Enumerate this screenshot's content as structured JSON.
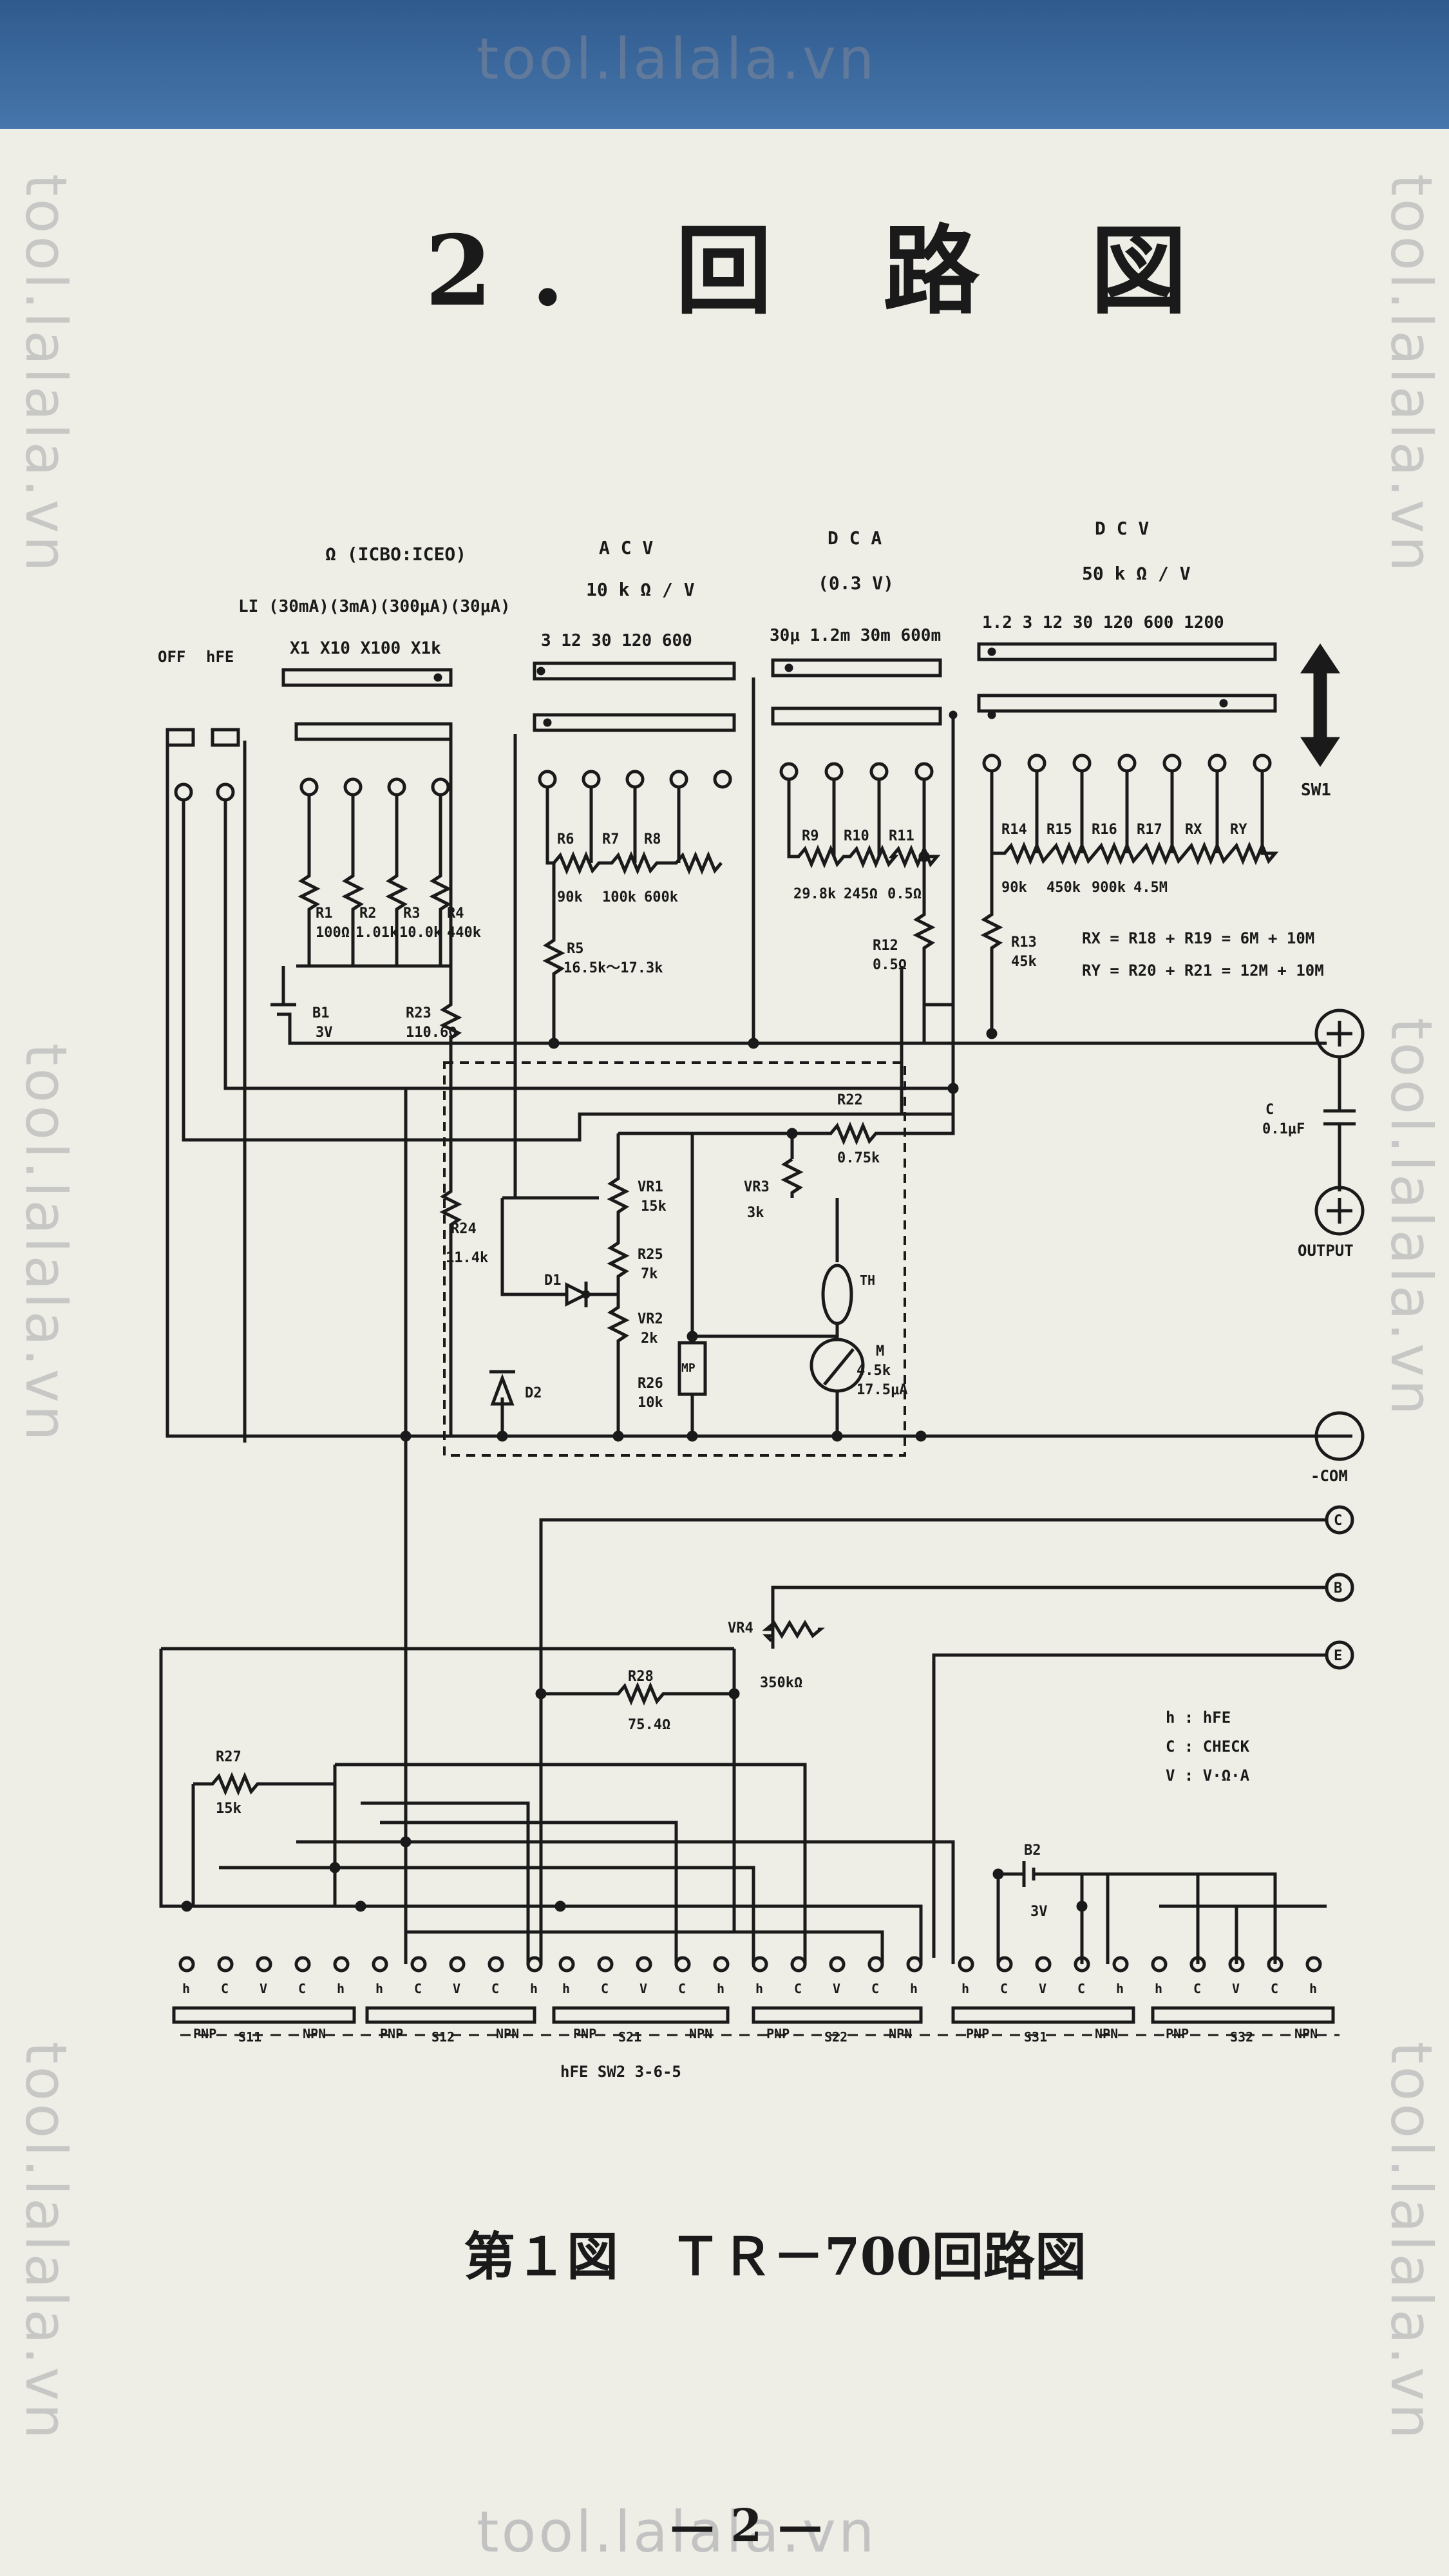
{
  "watermark": "tool.lalala.vn",
  "title": "2. 回 路 図",
  "caption": "第１図　ＴＲ－700回路図",
  "page_number": "— 2 —",
  "diagram": {
    "range_header": {
      "ohm": "Ω (ICBO:ICEO)",
      "li": "LI (30mA)(3mA)(300μA)(30μA)",
      "acv": "A C V",
      "acv_sens": "10 k Ω / V",
      "dca": "D C A",
      "dca_v": "(0.3 V)",
      "dcv": "D C V",
      "dcv_sens": "50 k Ω / V"
    },
    "range_labels": {
      "off": "OFF",
      "hfe": "hFE",
      "ohm_ranges": "X1  X10  X100 X1k",
      "acv_ranges": "3   12   30  120  600",
      "dca_ranges": "30μ  1.2m 30m 600m",
      "dcv_ranges": "1.2   3   12   30  120  600  1200"
    },
    "switch_label": "SW1",
    "resistors": [
      {
        "name": "R1",
        "value": "100Ω"
      },
      {
        "name": "R2",
        "value": "1.01k"
      },
      {
        "name": "R3",
        "value": "10.0k"
      },
      {
        "name": "R4",
        "value": "440k"
      },
      {
        "name": "R5",
        "value": "16.5k～17.3k"
      },
      {
        "name": "R6",
        "value": "90k"
      },
      {
        "name": "R7",
        "value": "100k"
      },
      {
        "name": "R8",
        "value": "600k"
      },
      {
        "name": "R9",
        "value": "29.8k"
      },
      {
        "name": "R10",
        "value": "245Ω"
      },
      {
        "name": "R11",
        "value": "0.5Ω"
      },
      {
        "name": "R12",
        "value": "0.5Ω"
      },
      {
        "name": "R13",
        "value": "45k"
      },
      {
        "name": "R14",
        "value": "90k"
      },
      {
        "name": "R15",
        "value": "450k"
      },
      {
        "name": "R16",
        "value": "900k"
      },
      {
        "name": "R17",
        "value": "4.5M"
      },
      {
        "name": "RX",
        "value": ""
      },
      {
        "name": "RY",
        "value": ""
      },
      {
        "name": "R22",
        "value": "0.75k"
      },
      {
        "name": "R23",
        "value": "110.6Ω"
      },
      {
        "name": "R24",
        "value": "11.4k"
      },
      {
        "name": "R25",
        "value": "7k"
      },
      {
        "name": "R26",
        "value": "10k"
      },
      {
        "name": "R27",
        "value": "15k"
      },
      {
        "name": "R28",
        "value": "75.4Ω"
      }
    ],
    "rx_formula": "RX = R18 + R19 = 6M + 10M",
    "ry_formula": "RY = R20 + R21 = 12M + 10M",
    "pots": [
      {
        "name": "VR1",
        "value": "15k"
      },
      {
        "name": "VR2",
        "value": "2k"
      },
      {
        "name": "VR3",
        "value": "3k"
      },
      {
        "name": "VR4",
        "value": "350kΩ"
      }
    ],
    "battery_b1": {
      "name": "B1",
      "value": "3V"
    },
    "battery_b2": {
      "name": "B2",
      "value": "3V"
    },
    "diode_d1": "D1",
    "diode_d2": "D2",
    "thermistor": "TH",
    "meter": {
      "name": "M",
      "r": "4.5k",
      "i": "17.5μA"
    },
    "mp": "MP",
    "capacitor": {
      "name": "C",
      "value": "0.1μF"
    },
    "terminals": {
      "plus": "+",
      "output": "OUTPUT",
      "minus": "−",
      "com": "-COM",
      "c": "C",
      "b": "B",
      "e": "E"
    },
    "legend": {
      "h": "h :  hFE",
      "c": "C :  CHECK",
      "v": "V :  V·Ω·A"
    },
    "switch_contacts": [
      "h",
      "C",
      "V",
      "C",
      "h"
    ],
    "switch_sections": [
      "S11",
      "S12",
      "S21",
      "S22",
      "S31",
      "S32"
    ],
    "pnp": "PNP",
    "npn": "NPN",
    "sw2_label": "hFE   SW2 3-6-5"
  }
}
